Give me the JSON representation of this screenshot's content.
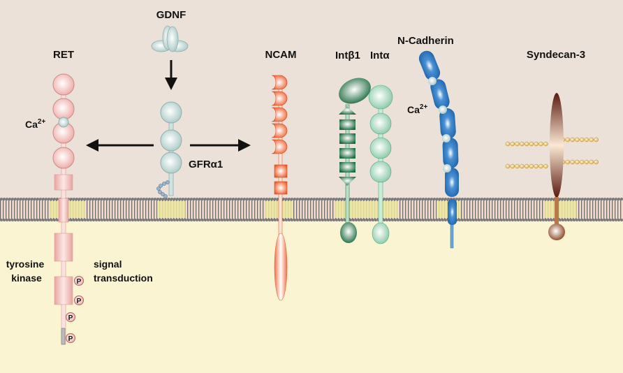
{
  "title": "GDNF / GFRα1 signaling partners at the cell membrane",
  "colors": {
    "extracellular": "#ebe1d8",
    "intracellular": "#faf4d2",
    "membrane_heads": "#7a7a7a",
    "membrane_tails": "#f6dcc8",
    "raft": "#ede8a0",
    "ret": "#f2b4b0",
    "gfr": "#b7d4d2",
    "ncam": "#f06838",
    "int_beta": "#1f7a48",
    "int_alpha": "#8ed2b0",
    "ncad": "#2f78c0",
    "syndecan": "#7a3018",
    "chain": "#e8c060"
  },
  "labels": {
    "gdnf": "GDNF",
    "ret": "RET",
    "ca_ret": "Ca",
    "ca_sup": "2+",
    "gfr_main": "GFRα",
    "gfr_num": "1",
    "ncam": "NCAM",
    "int_beta": "Intβ1",
    "int_alpha": "Intα",
    "ncad": "N-Cadherin",
    "ca_ncad": "Ca",
    "syndecan": "Syndecan-3",
    "tyrosine": "tyrosine",
    "kinase": "kinase",
    "signal": "signal",
    "transduction": "transduction",
    "phospho": "P"
  }
}
